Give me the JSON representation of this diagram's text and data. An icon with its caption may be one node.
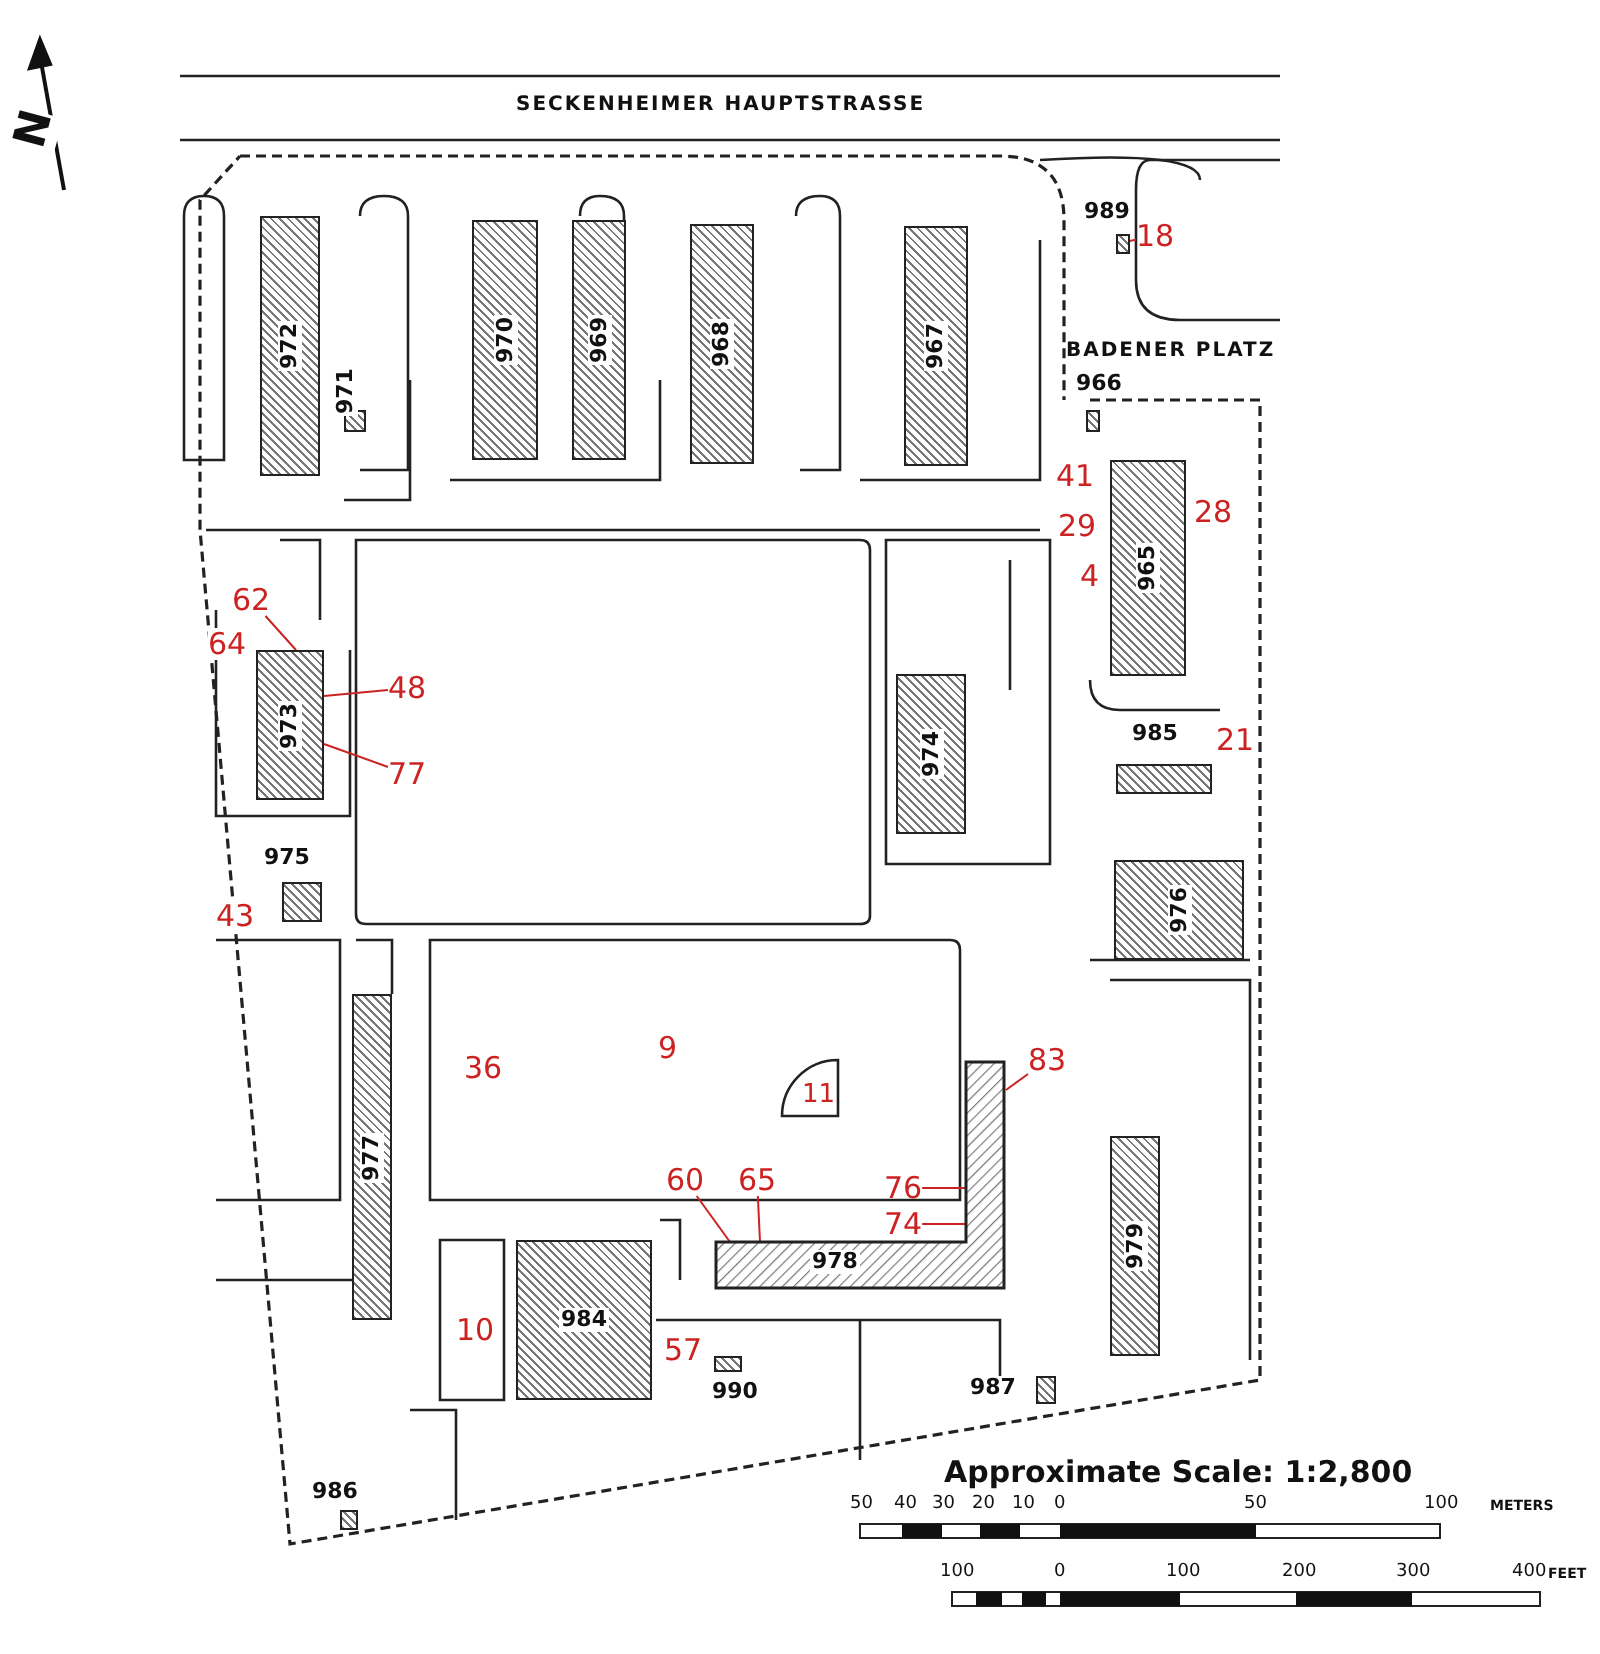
{
  "diagram": {
    "nodes": [
      {
        "text": [
          "972"
        ]
      },
      {
        "text": [
          "971"
        ]
      },
      {
        "text": [
          "970"
        ]
      },
      {
        "text": [
          "969"
        ]
      },
      {
        "text": [
          "968"
        ]
      },
      {
        "text": [
          "967"
        ]
      },
      {
        "text": [
          "989"
        ]
      },
      {
        "text": [
          "966"
        ]
      },
      {
        "text": [
          "965"
        ]
      },
      {
        "text": [
          "973"
        ]
      },
      {
        "text": [
          "974"
        ]
      },
      {
        "text": [
          "985"
        ]
      },
      {
        "text": [
          "975"
        ]
      },
      {
        "text": [
          "976"
        ]
      },
      {
        "text": [
          "11"
        ]
      },
      {
        "text": [
          "977"
        ]
      },
      {
        "text": [
          "978"
        ]
      },
      {
        "text": [
          "979"
        ]
      },
      {
        "text": [
          "984"
        ]
      },
      {
        "text": [
          "990"
        ]
      },
      {
        "text": [
          "987"
        ]
      },
      {
        "text": [
          "986"
        ]
      },
      {
        "text": [
          "18"
        ]
      },
      {
        "text": [
          "62"
        ]
      },
      {
        "text": [
          "48"
        ]
      },
      {
        "text": [
          "77"
        ]
      },
      {
        "text": [
          "83"
        ]
      },
      {
        "text": [
          "60"
        ]
      },
      {
        "text": [
          "65"
        ]
      },
      {
        "text": [
          "76"
        ]
      },
      {
        "text": [
          "74"
        ]
      }
    ],
    "edges": [
      {
        "from": 22,
        "to": 6,
        "arrow": "none"
      },
      {
        "from": 23,
        "to": 9,
        "arrow": "none"
      },
      {
        "from": 24,
        "to": 9,
        "arrow": "none"
      },
      {
        "from": 25,
        "to": 9,
        "arrow": "none"
      },
      {
        "from": 26,
        "to": 16,
        "arrow": "none"
      },
      {
        "from": 27,
        "to": 16,
        "arrow": "none"
      },
      {
        "from": 28,
        "to": 16,
        "arrow": "none"
      },
      {
        "from": 29,
        "to": 16,
        "arrow": "none"
      },
      {
        "from": 30,
        "to": 16,
        "arrow": "none"
      }
    ],
    "labels": [
      "N",
      "SECKENHEIMER HAUPTSTRASSE",
      "BADENER PLATZ",
      "41",
      "28",
      "29",
      "4",
      "64",
      "21",
      "43",
      "9",
      "36",
      "10",
      "57",
      "Approximate Scale: 1:2,800",
      "50",
      "40",
      "30",
      "20",
      "10",
      "0",
      "50",
      "100",
      "METERS",
      "100",
      "0",
      "100",
      "200",
      "300",
      "400",
      "FEET"
    ]
  }
}
